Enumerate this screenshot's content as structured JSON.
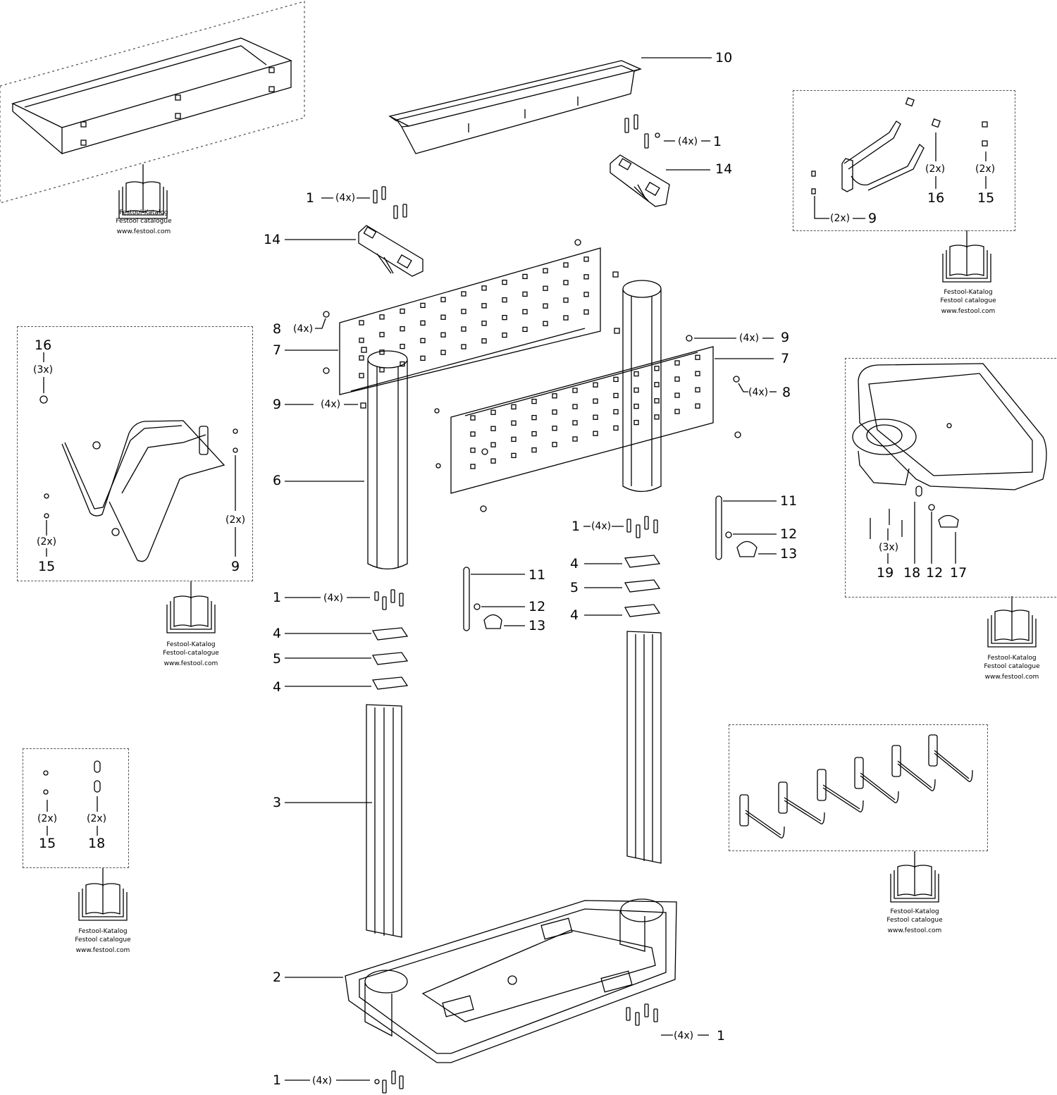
{
  "diagram": {
    "part_labels": {
      "p10": "10",
      "p1_top_right": "1",
      "p14_top_right": "14",
      "p1_top_left": "1",
      "p14_left": "14",
      "p8_left": "8",
      "p7_left": "7",
      "p9_left": "9",
      "p6": "6",
      "p9_right": "9",
      "p7_right": "7",
      "p8_right": "8",
      "p11_right": "11",
      "p12_right": "12",
      "p13_right": "13",
      "p1_mid_right": "1",
      "p4_right_a": "4",
      "p5_right": "5",
      "p4_right_b": "4",
      "p11_mid": "11",
      "p12_mid": "12",
      "p13_mid": "13",
      "p1_mid_left": "1",
      "p4_left_a": "4",
      "p5_left": "5",
      "p4_left_b": "4",
      "p3": "3",
      "p2": "2",
      "p1_bottom_right": "1",
      "p1_bottom_left": "1"
    },
    "quantities": {
      "q_top_right_1": "(4x)",
      "q_top_left_1": "(4x)",
      "q_left_8": "(4x)",
      "q_left_9": "(4x)",
      "q_right_9": "(4x)",
      "q_right_8": "(4x)",
      "q_mid_right_1": "(4x)",
      "q_mid_left_1": "(4x)",
      "q_bottom_right_1": "(4x)",
      "q_bottom_left_1": "(4x)"
    },
    "kits": {
      "hook_kit_top_right": {
        "labels": [
          "16",
          "15",
          "9"
        ],
        "quantities": [
          "(2x)",
          "(2x)",
          "(2x)"
        ]
      },
      "holder_kit_left": {
        "labels": [
          "16",
          "15",
          "9"
        ],
        "quantities": [
          "(3x)",
          "(2x)",
          "(2x)"
        ]
      },
      "tray_kit_right": {
        "labels": [
          "19",
          "18",
          "12",
          "17"
        ],
        "quantities": [
          "(3x)"
        ]
      },
      "small_kit_bottom_left": {
        "labels": [
          "15",
          "18"
        ],
        "quantities": [
          "(2x)",
          "(2x)"
        ]
      }
    },
    "catalogue_refs": [
      {
        "line1": "Festool-Katalog",
        "line2": "Festool catalogue",
        "url": "www.festool.com"
      },
      {
        "line1": "Festool-Katalog",
        "line2": "Festool catalogue",
        "url": "www.festool.com"
      },
      {
        "line1": "Festool-Katalog",
        "line2": "Festool-catalogue",
        "url": "www.festool.com"
      },
      {
        "line1": "Festool-Katalog",
        "line2": "Festool catalogue",
        "url": "www.festool.com"
      },
      {
        "line1": "Festool-Katalog",
        "line2": "Festool catalogue",
        "url": "www.festool.com"
      },
      {
        "line1": "Festool-Katalog",
        "line2": "Festool catalogue",
        "url": "www.festool.com"
      }
    ],
    "colors": {
      "line": "#000000",
      "dash": "#555555",
      "background": "#ffffff"
    }
  }
}
